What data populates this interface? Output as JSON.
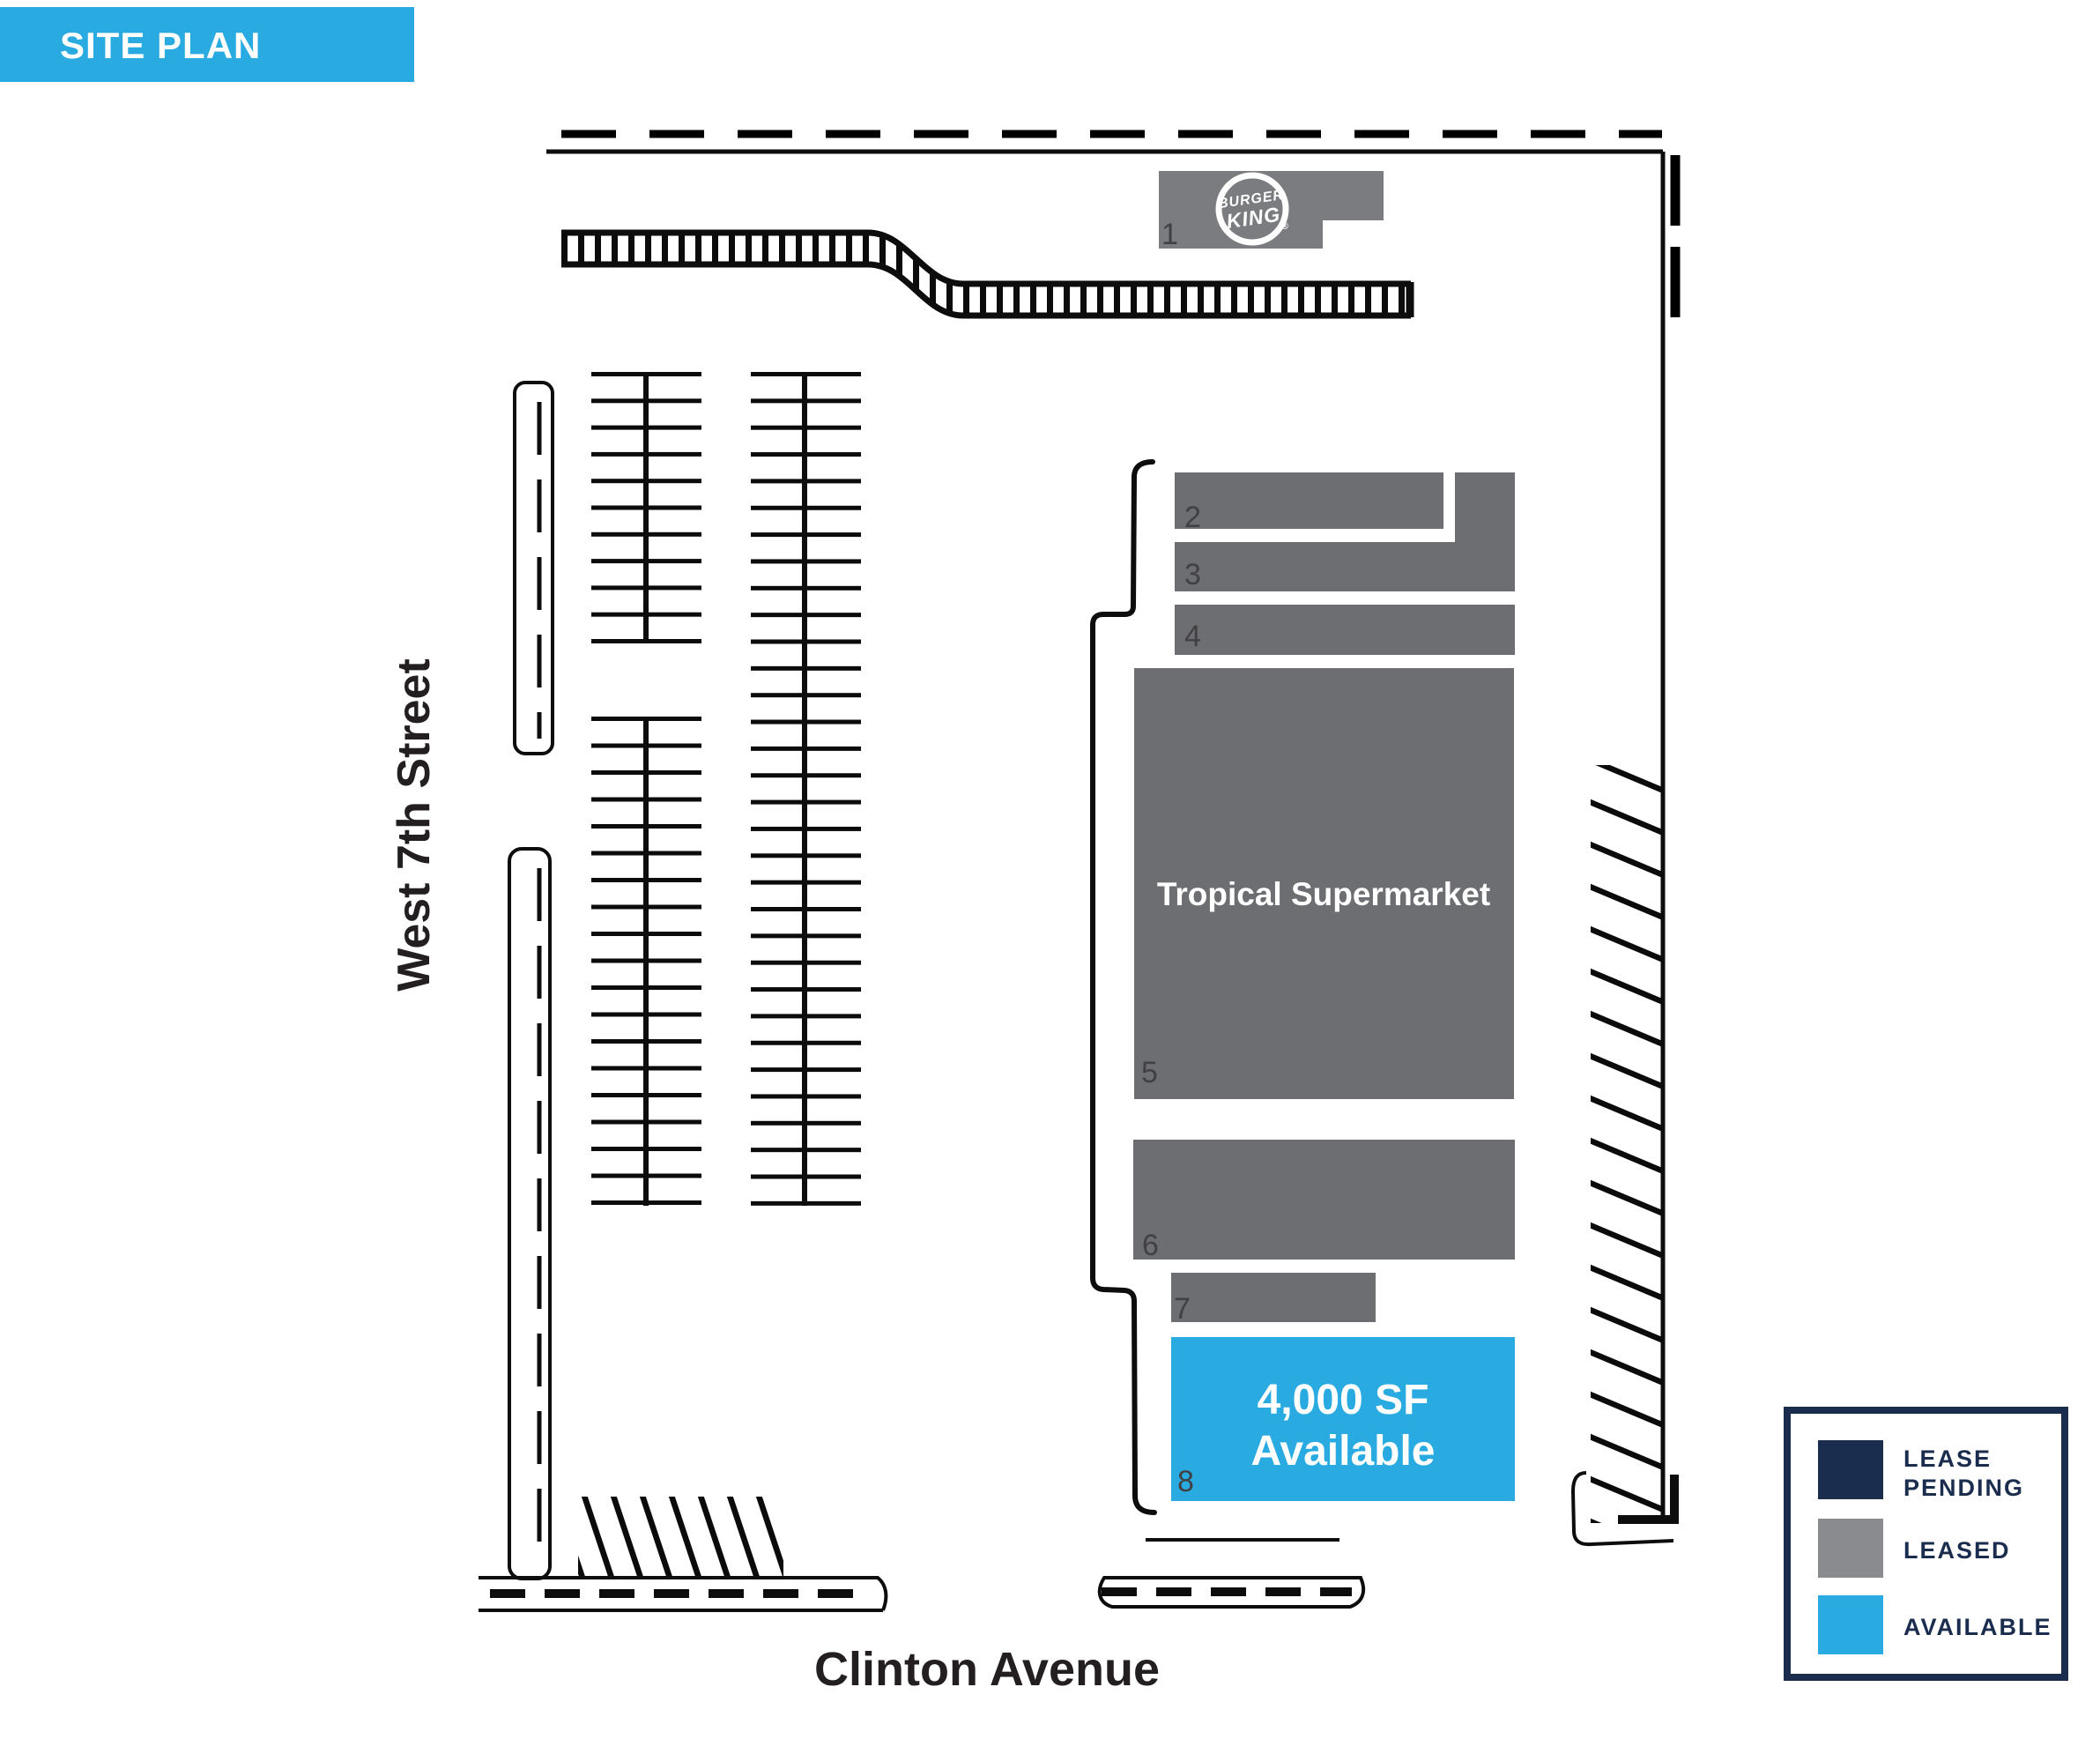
{
  "title": "SITE PLAN",
  "streets": {
    "west": "West 7th Street",
    "south": "Clinton Avenue"
  },
  "units": {
    "u1": {
      "number": "1",
      "name": "Burger King",
      "status": "leased",
      "logo_line1": "BURGER",
      "logo_line2": "KING",
      "logo_reg": "®"
    },
    "u2": {
      "number": "2",
      "status": "leased"
    },
    "u3": {
      "number": "3",
      "status": "leased"
    },
    "u4": {
      "number": "4",
      "status": "leased"
    },
    "u5": {
      "number": "5",
      "name": "Tropical Supermarket",
      "status": "leased"
    },
    "u6": {
      "number": "6",
      "status": "leased"
    },
    "u7": {
      "number": "7",
      "status": "leased"
    },
    "u8": {
      "number": "8",
      "status": "available",
      "label_line1": "4,000 SF",
      "label_line2": "Available"
    }
  },
  "legend": {
    "lease_pending_line1": "LEASE",
    "lease_pending_line2": "PENDING",
    "leased_label": "LEASED",
    "available_label": "AVAILABLE"
  },
  "colors": {
    "accent_blue": "#29ABE2",
    "navy": "#1B2D4F",
    "leased_gray": "#6D6E71",
    "bk_gray": "#7B7C7F",
    "legend_gray": "#8A8B8E",
    "text_dark": "#231F20",
    "unit_number": "#414042",
    "linework": "#0d0d0d"
  }
}
